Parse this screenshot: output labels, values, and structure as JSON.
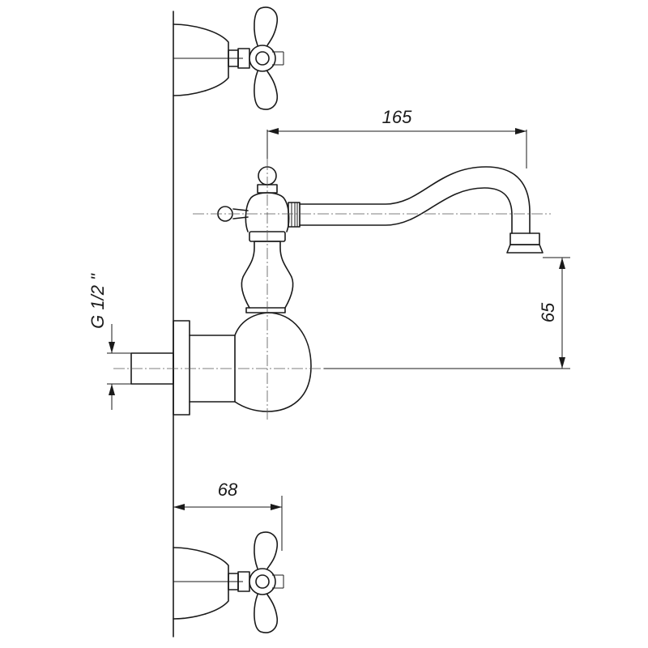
{
  "dimensions": {
    "spout_reach": "165",
    "spout_height": "65",
    "handle_offset": "68",
    "thread": "G 1/2 \""
  }
}
